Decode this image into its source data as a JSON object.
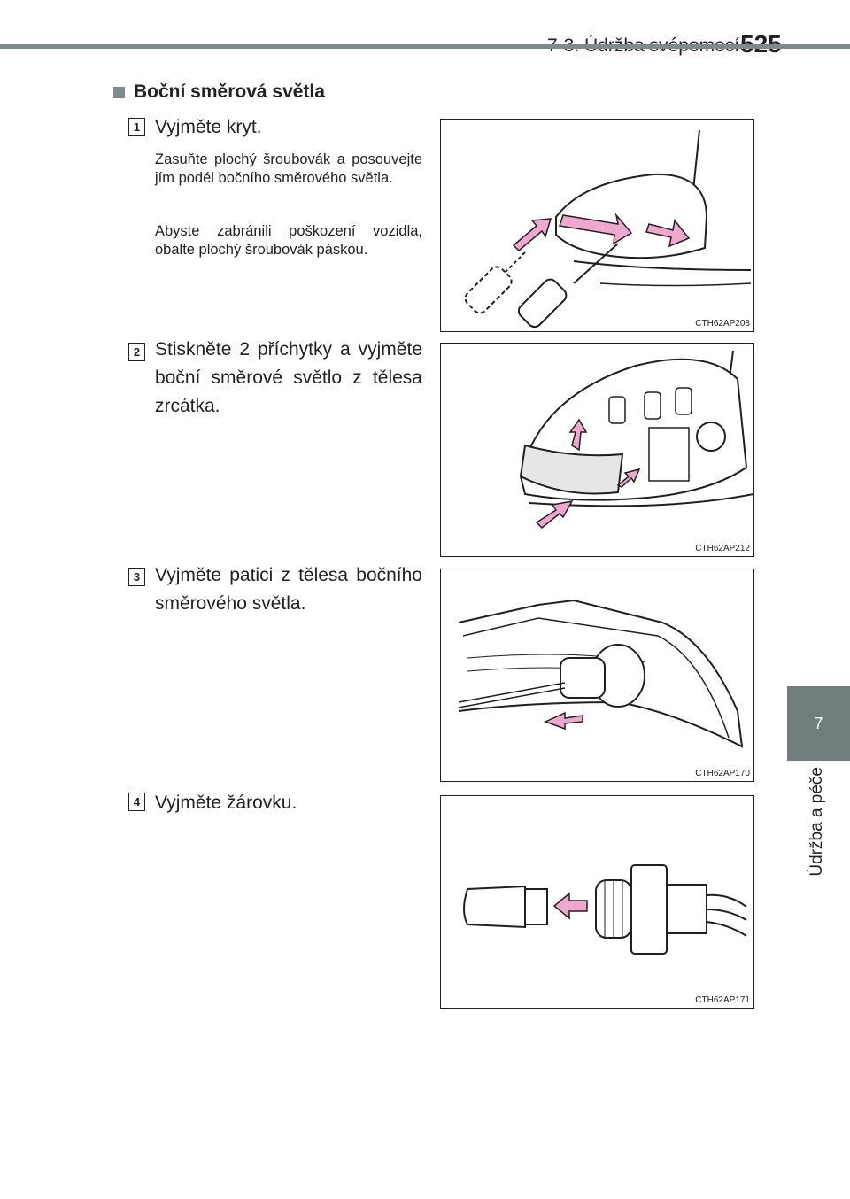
{
  "header": {
    "section": "7-3. Údržba svépomocí",
    "page_number": "525"
  },
  "side_tab": {
    "chapter_number": "7",
    "chapter_title": "Údržba a péče"
  },
  "heading": "Boční směrová světla",
  "steps": [
    {
      "number": "1",
      "title": "Vyjměte kryt.",
      "notes": [
        "Zasuňte plochý šroubovák a posouvejte jím podél bočního směrového světla.",
        "Abyste zabránili poškození vozidla, obalte plochý šroubovák páskou."
      ],
      "figure_code": "CTH62AP208"
    },
    {
      "number": "2",
      "title": "Stiskněte 2 příchytky a vyjměte boční směrové světlo z tělesa zrcátka.",
      "figure_code": "CTH62AP212"
    },
    {
      "number": "3",
      "title": "Vyjměte patici z tělesa bočního směrového světla.",
      "figure_code": "CTH62AP170"
    },
    {
      "number": "4",
      "title": "Vyjměte žárovku.",
      "figure_code": "CTH62AP171"
    }
  ],
  "colors": {
    "accent_arrow": "#f0a8cf",
    "tab_gray": "#6f7d7f",
    "rule_gray": "#808a8c"
  }
}
